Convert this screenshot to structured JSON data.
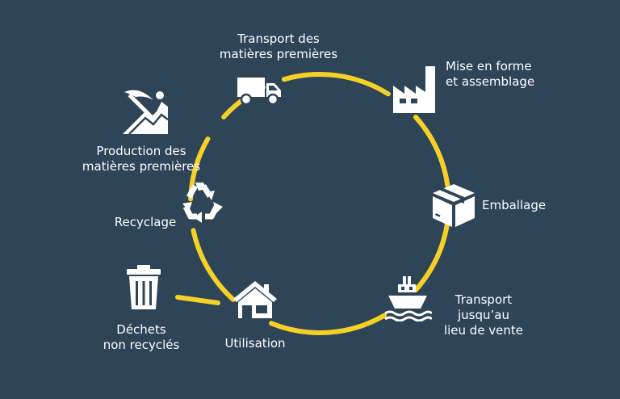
{
  "colors": {
    "background": "#2e4457",
    "ring": "#f5d127",
    "icon": "#ffffff",
    "text": "#ffffff"
  },
  "steps": {
    "transport_raw": {
      "line1": "Transport des",
      "line2": "matières premières",
      "icon": "truck-icon"
    },
    "assembly": {
      "line1": "Mise en forme",
      "line2": "et assemblage",
      "icon": "factory-icon"
    },
    "packaging": {
      "line1": "Emballage",
      "icon": "box-icon"
    },
    "transport_sale": {
      "line1": "Transport",
      "line2": "jusqu’au",
      "line3": "lieu de vente",
      "icon": "cargo-ship-icon"
    },
    "use": {
      "line1": "Utilisation",
      "icon": "house-icon"
    },
    "waste": {
      "line1": "Déchets",
      "line2": "non recyclés",
      "icon": "trash-can-icon"
    },
    "recycling": {
      "line1": "Recyclage",
      "icon": "recycle-icon"
    },
    "production_raw": {
      "line1": "Production des",
      "line2": "matières premières",
      "icon": "mining-icon"
    }
  }
}
